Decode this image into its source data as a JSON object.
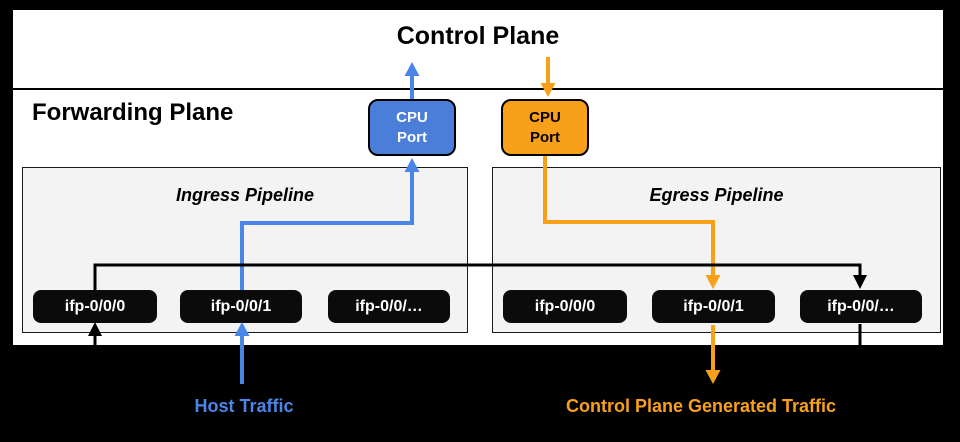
{
  "diagram": {
    "control_plane": {
      "title": "Control Plane"
    },
    "forwarding_plane": {
      "title": "Forwarding Plane"
    },
    "cpu_port_host": {
      "label": "CPU\nPort"
    },
    "cpu_port_control": {
      "label": "CPU\nPort"
    },
    "ingress": {
      "title": "Ingress Pipeline",
      "ports": [
        "ifp-0/0/0",
        "ifp-0/0/1",
        "ifp-0/0/…"
      ]
    },
    "egress": {
      "title": "Egress Pipeline",
      "ports": [
        "ifp-0/0/0",
        "ifp-0/0/1",
        "ifp-0/0/…"
      ]
    },
    "legend": {
      "host_traffic": "Host Traffic",
      "control_plane_traffic": "Control Plane Generated Traffic"
    },
    "colors": {
      "host_traffic_blue": "#4A86E8",
      "cpu_port_host_fill": "#4A7ED9",
      "control_traffic_orange": "#F9A01B",
      "pipeline_fill": "#F3F3F3",
      "port_box_fill": "#0B0B0B",
      "panel": "#FFFFFF",
      "background": "#000000"
    }
  }
}
